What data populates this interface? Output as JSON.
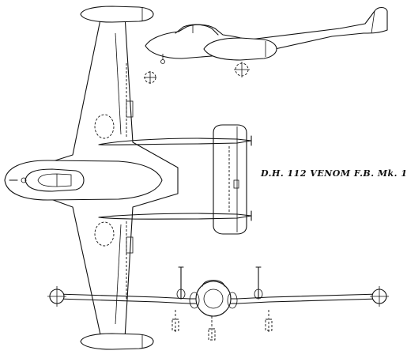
{
  "drawing": {
    "caption": "D.H. 112  VENOM  F.B. Mk. 1",
    "views": [
      "plan-view",
      "side-view",
      "front-view"
    ]
  }
}
